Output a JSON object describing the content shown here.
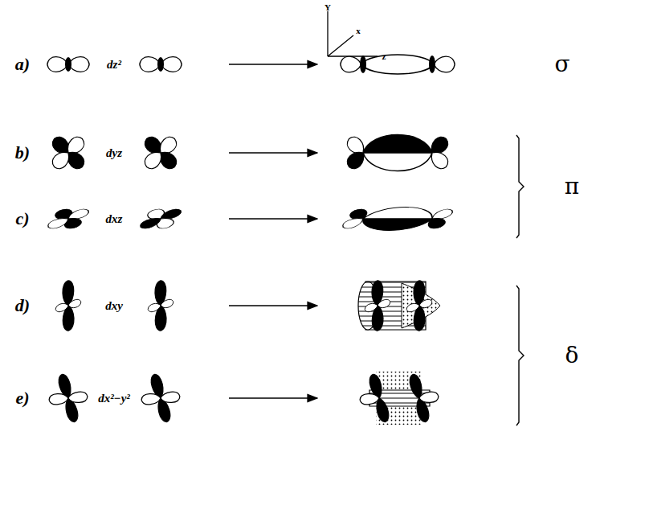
{
  "diagram": {
    "labels": [
      "Y",
      "x",
      "z",
      "a)",
      "dz²",
      "σ",
      "b)",
      "dyz",
      "π",
      "c)",
      "dxz",
      "d)",
      "dxy",
      "δ",
      "e)",
      "dx²−y²"
    ]
  }
}
